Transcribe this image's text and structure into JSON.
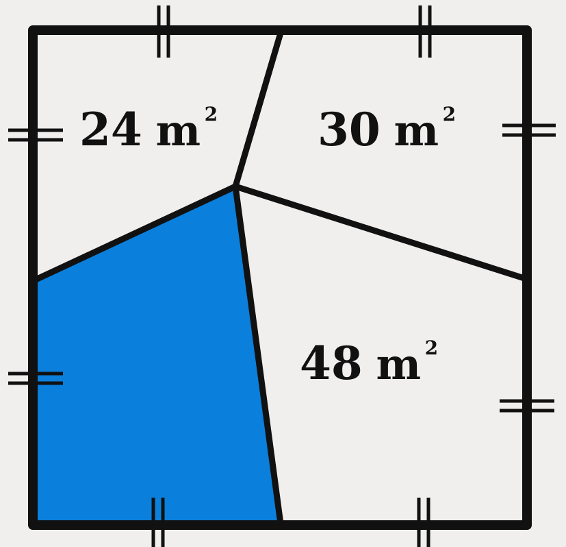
{
  "figure": {
    "unit": "m",
    "exponent": "2",
    "regions": [
      {
        "id": "top-left",
        "area": "24"
      },
      {
        "id": "top-right",
        "area": "30"
      },
      {
        "id": "bottom-right",
        "area": "48"
      },
      {
        "id": "bottom-left",
        "area": "",
        "shaded": true
      }
    ],
    "colors": {
      "background": "#f1efee",
      "outline": "#111111",
      "shaded_region": "#0a7fdc"
    }
  }
}
